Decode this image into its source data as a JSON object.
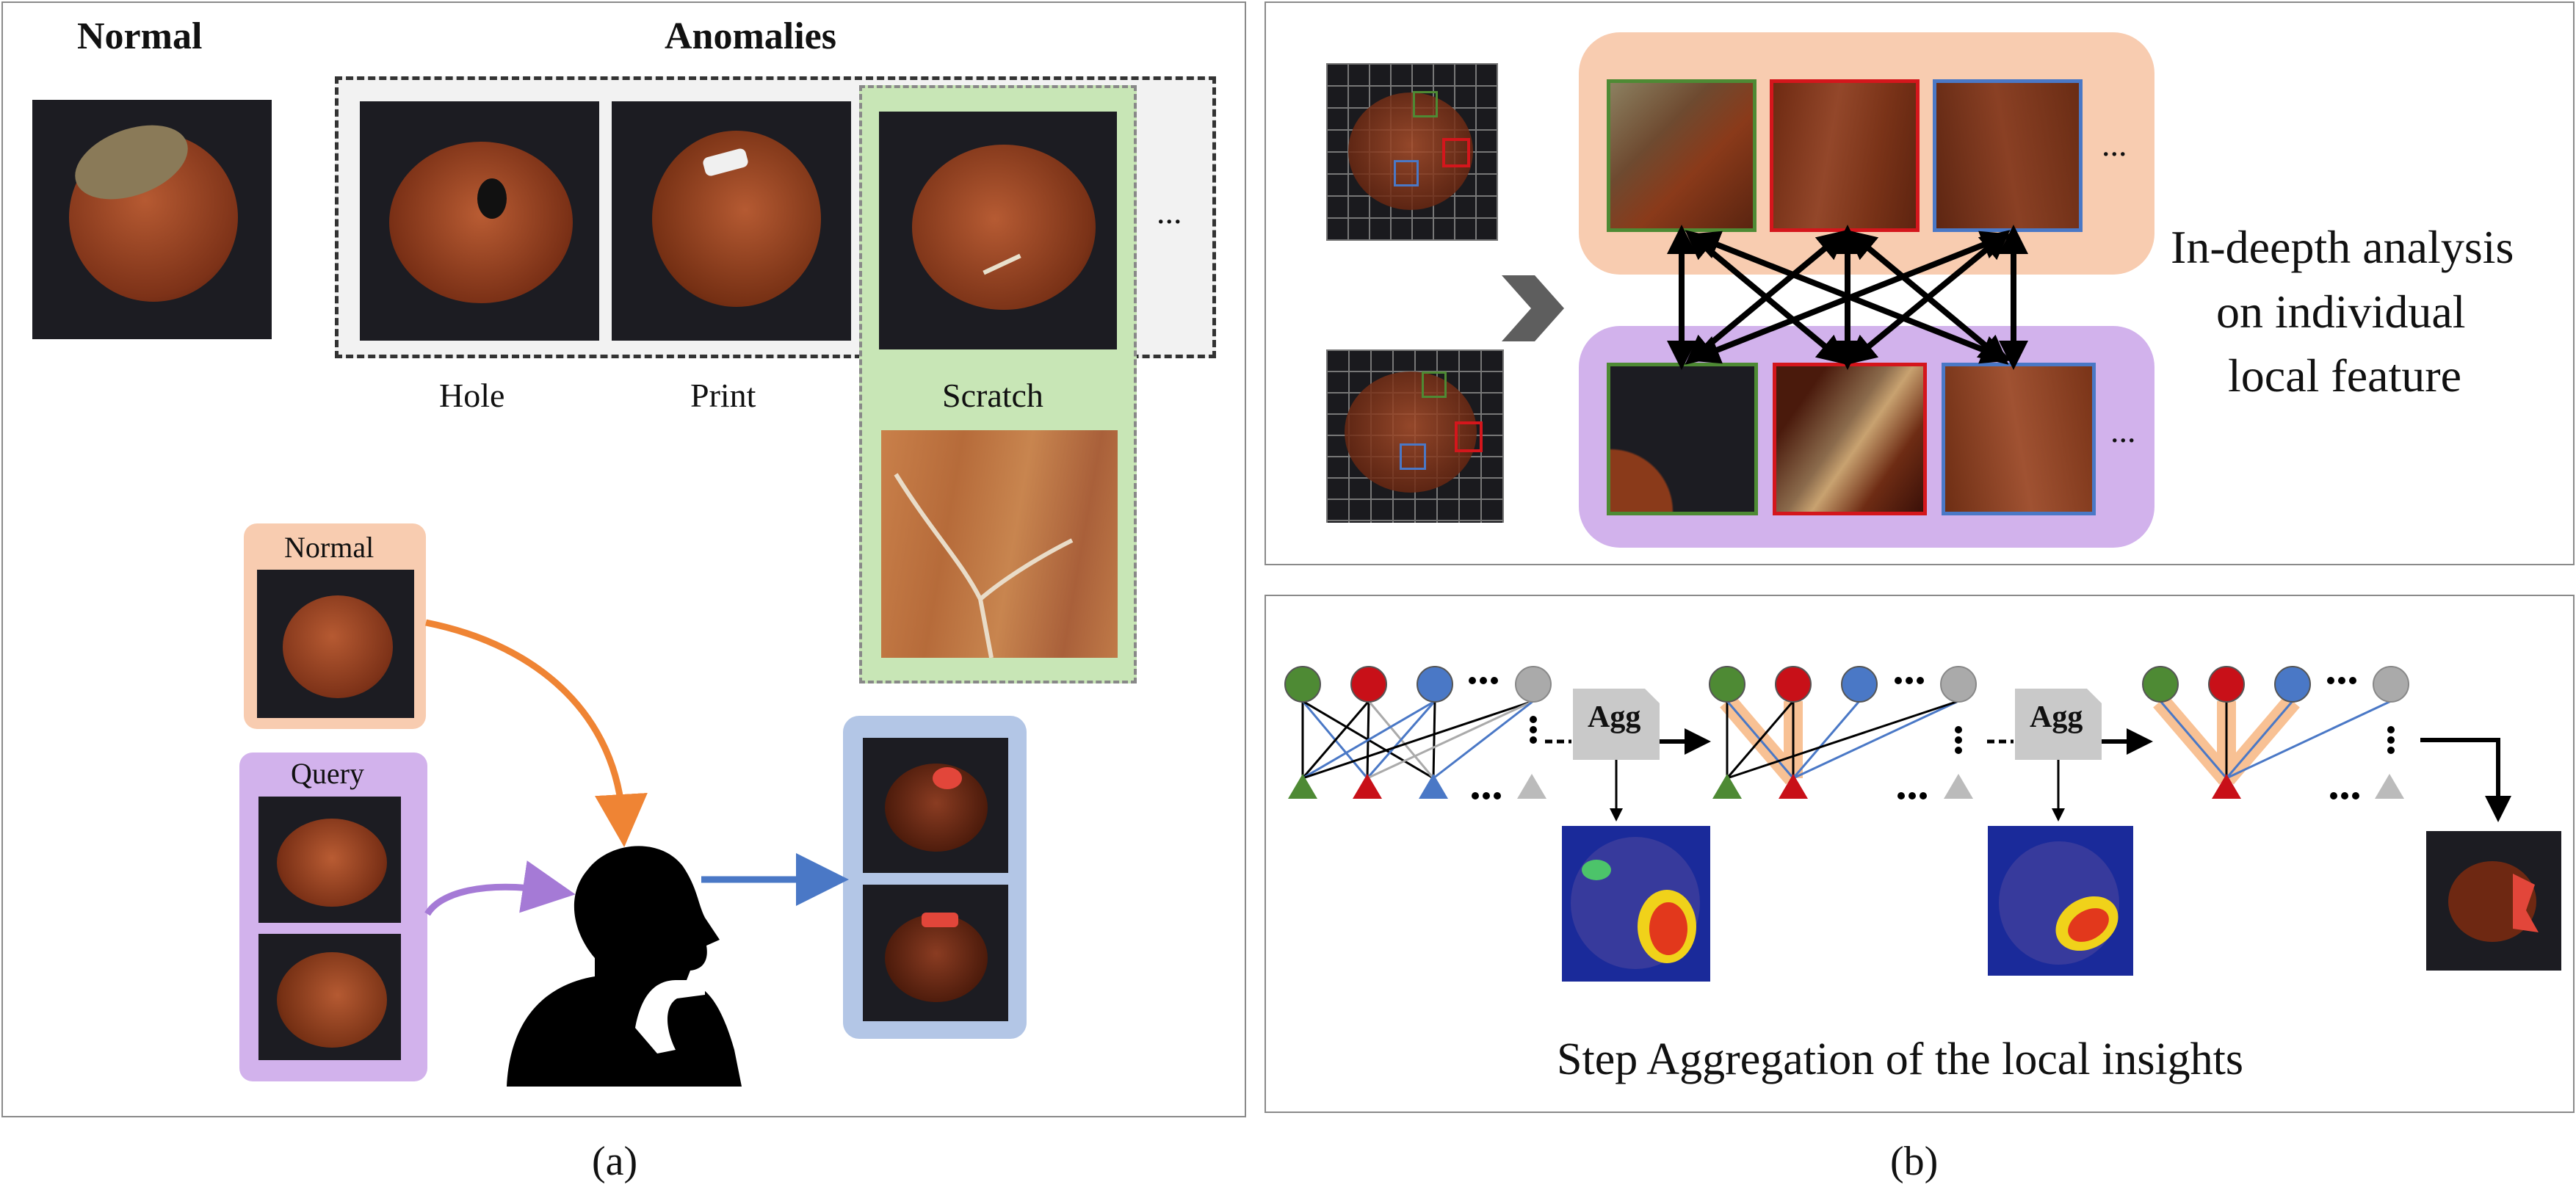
{
  "panel_a": {
    "normal_title": "Normal",
    "anomalies_title": "Anomalies",
    "labels": [
      "Hole",
      "Print",
      "Scratch"
    ],
    "more": "...",
    "normal_box_label": "Normal",
    "query_box_label": "Query",
    "caption": "(a)"
  },
  "panel_b": {
    "analysis_text": [
      "In-deepth analysis",
      "on  individual",
      "local feature"
    ],
    "agg_label": "Agg",
    "aggregation_caption": "Step Aggregation of the local insights",
    "more": "...",
    "caption": "(b)"
  },
  "colors": {
    "green": "#4e8a34",
    "red": "#d4161c",
    "blue": "#4a78c6",
    "gray": "#aaaaaa",
    "orange_arrow": "#ef8434",
    "purple_arrow": "#a57ad6",
    "blue_arrow": "#4a78c6",
    "peach_box": "#f8ccb0",
    "lavender_box": "#d2b2ec",
    "light_blue_box": "#b3c6e6",
    "light_green_box": "#c8e6b6"
  }
}
